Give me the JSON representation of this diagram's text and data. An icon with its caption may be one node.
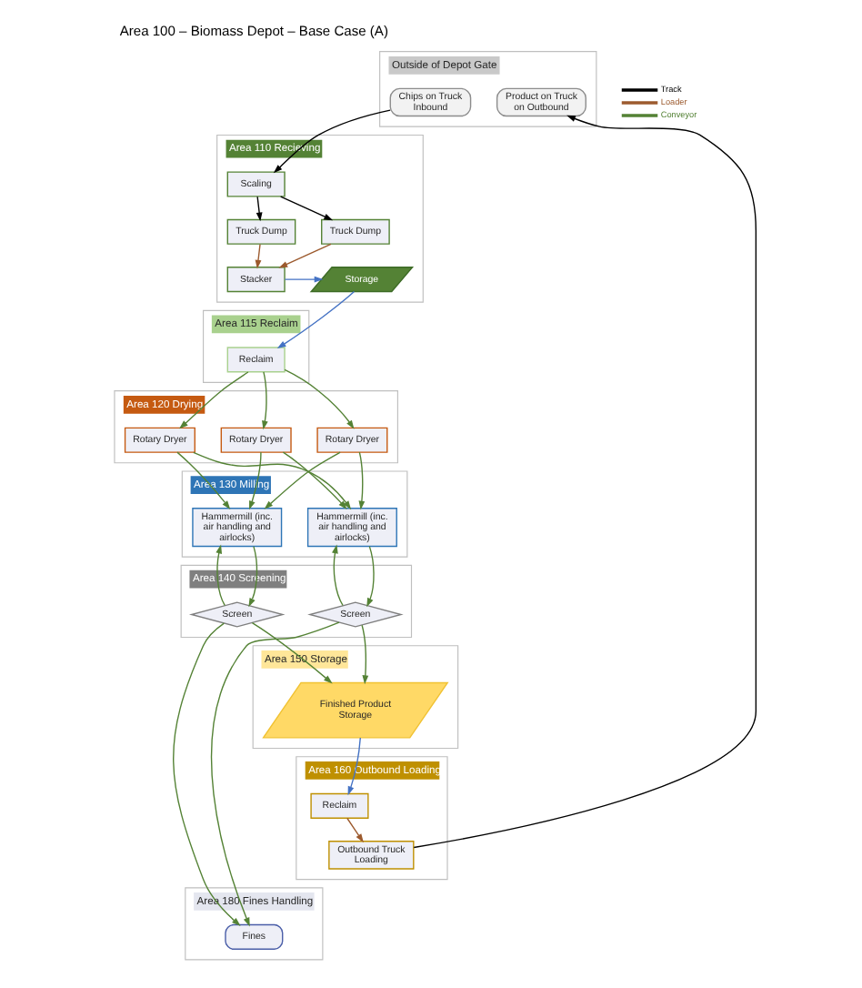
{
  "diagram": {
    "title": "Area 100 – Biomass Depot – Base Case (A)",
    "nodes": [
      {
        "text": [
          "Outside of Depot Gate"
        ]
      },
      {
        "text": [
          "Chips on Truck Inbound"
        ],
        "in": 0
      },
      {
        "text": [
          "Product on Truck on Outbound"
        ],
        "in": 0
      },
      {
        "text": [
          "Area 110 Recieving"
        ]
      },
      {
        "text": [
          "Scaling"
        ],
        "in": 3
      },
      {
        "text": [
          "Truck Dump"
        ],
        "in": 3
      },
      {
        "text": [
          "Truck Dump"
        ],
        "in": 3
      },
      {
        "text": [
          "Stacker"
        ],
        "in": 3
      },
      {
        "text": [
          "Storage"
        ],
        "in": 3
      },
      {
        "text": [
          "Area 115 Reclaim"
        ]
      },
      {
        "text": [
          "Reclaim"
        ],
        "in": 9
      },
      {
        "text": [
          "Area 120 Drying"
        ]
      },
      {
        "text": [
          "Rotary Dryer"
        ],
        "in": 11
      },
      {
        "text": [
          "Rotary Dryer"
        ],
        "in": 11
      },
      {
        "text": [
          "Rotary Dryer"
        ],
        "in": 11
      },
      {
        "text": [
          "Area 130 Milling"
        ]
      },
      {
        "text": [
          "Hammermill (inc. air handling and airlocks)"
        ],
        "in": 15
      },
      {
        "text": [
          "Hammermill (inc. air handling and airlocks)"
        ],
        "in": 15
      },
      {
        "text": [
          "Area 140 Screening"
        ]
      },
      {
        "text": [
          "Screen"
        ],
        "in": 18
      },
      {
        "text": [
          "Screen"
        ],
        "in": 18
      },
      {
        "text": [
          "Area 150 Storage"
        ]
      },
      {
        "text": [
          "Finished Product Storage"
        ],
        "in": 21
      },
      {
        "text": [
          "Area 160 Outbound Loading"
        ]
      },
      {
        "text": [
          "Reclaim"
        ],
        "in": 23
      },
      {
        "text": [
          "Outbound Truck Loading"
        ],
        "in": 23
      },
      {
        "text": [
          "Area 180 Fines Handling"
        ]
      },
      {
        "text": [
          "Fines"
        ],
        "in": 26
      }
    ],
    "edges": [
      {
        "from": 1,
        "to": 4,
        "arrow": "to",
        "color": "#000000"
      },
      {
        "from": 4,
        "to": 5,
        "arrow": "to",
        "color": "#000000"
      },
      {
        "from": 4,
        "to": 6,
        "arrow": "to",
        "color": "#000000"
      },
      {
        "from": 5,
        "to": 7,
        "arrow": "to",
        "color": "#9c5a2e"
      },
      {
        "from": 6,
        "to": 7,
        "arrow": "to",
        "color": "#9c5a2e"
      },
      {
        "from": 7,
        "to": 8,
        "arrow": "to",
        "color": "#4472c4"
      },
      {
        "from": 8,
        "to": 10,
        "arrow": "to",
        "color": "#4472c4"
      },
      {
        "from": 10,
        "to": 12,
        "arrow": "to"
      },
      {
        "from": 10,
        "to": 13,
        "arrow": "to"
      },
      {
        "from": 10,
        "to": 14,
        "arrow": "to"
      },
      {
        "from": 12,
        "to": 16,
        "arrow": "to"
      },
      {
        "from": 12,
        "to": 17,
        "arrow": "to"
      },
      {
        "from": 13,
        "to": 16,
        "arrow": "to"
      },
      {
        "from": 13,
        "to": 17,
        "arrow": "to"
      },
      {
        "from": 14,
        "to": 16,
        "arrow": "to"
      },
      {
        "from": 14,
        "to": 17,
        "arrow": "to"
      },
      {
        "from": 16,
        "to": 19,
        "arrow": "to"
      },
      {
        "from": 17,
        "to": 20,
        "arrow": "to"
      },
      {
        "from": 19,
        "to": 16,
        "arrow": "to"
      },
      {
        "from": 20,
        "to": 17,
        "arrow": "to"
      },
      {
        "from": 19,
        "to": 22,
        "arrow": "to"
      },
      {
        "from": 20,
        "to": 22,
        "arrow": "to"
      },
      {
        "from": 19,
        "to": 27,
        "arrow": "to"
      },
      {
        "from": 20,
        "to": 27,
        "arrow": "to"
      },
      {
        "from": 22,
        "to": 24,
        "arrow": "to",
        "color": "#4472c4"
      },
      {
        "from": 24,
        "to": 25,
        "arrow": "to",
        "color": "#9c5a2e"
      },
      {
        "from": 25,
        "to": 2,
        "arrow": "to",
        "color": "#000000"
      }
    ],
    "legend": [
      {
        "text": "Track",
        "color": "#000000"
      },
      {
        "text": "Loader",
        "color": "#9c5a2e"
      },
      {
        "text": "Conveyor",
        "color": "#548235"
      }
    ]
  }
}
